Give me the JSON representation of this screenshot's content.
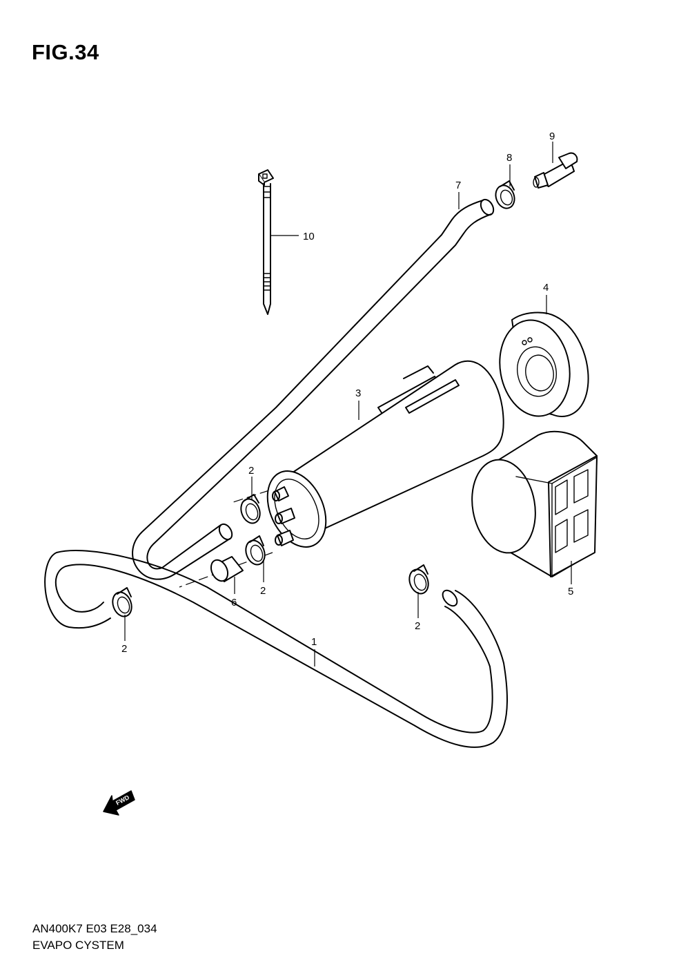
{
  "figure": {
    "title": "FIG.34"
  },
  "footer": {
    "model_code": "AN400K7 E03 E28_034",
    "system_name": "EVAPO CYSTEM"
  },
  "direction_arrow": {
    "label": "FWD"
  },
  "callouts": {
    "hose_1": "1",
    "clamp_2a": "2",
    "clamp_2b": "2",
    "clamp_2c": "2",
    "clamp_2d": "2",
    "canister_3": "3",
    "cushion_4": "4",
    "holder_5": "5",
    "cap_6": "6",
    "hose_7": "7",
    "clamp_8": "8",
    "joint_9": "9",
    "tie_10": "10"
  }
}
